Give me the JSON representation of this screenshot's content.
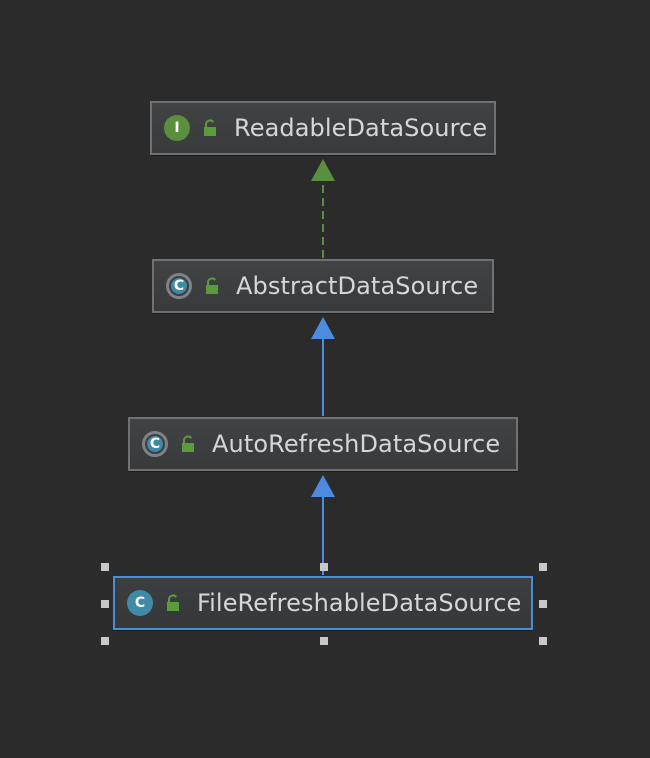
{
  "diagram": {
    "nodes": [
      {
        "id": "readable",
        "label": "ReadableDataSource",
        "kind": "interface",
        "badge": "I"
      },
      {
        "id": "abstract",
        "label": "AbstractDataSource",
        "kind": "abstract-class",
        "badge": "C"
      },
      {
        "id": "autorefresh",
        "label": "AutoRefreshDataSource",
        "kind": "abstract-class",
        "badge": "C"
      },
      {
        "id": "filerefreshable",
        "label": "FileRefreshableDataSource",
        "kind": "class",
        "badge": "C",
        "selected": true
      }
    ],
    "edges": [
      {
        "from": "abstract",
        "to": "readable",
        "relation": "implements",
        "color": "#5a8f3d"
      },
      {
        "from": "autorefresh",
        "to": "abstract",
        "relation": "extends",
        "color": "#4d8be0"
      },
      {
        "from": "filerefreshable",
        "to": "autorefresh",
        "relation": "extends",
        "color": "#4d8be0"
      }
    ],
    "colors": {
      "background": "#2b2b2b",
      "interface_badge": "#5a8f3d",
      "class_badge": "#3f8aa4",
      "selection_border": "#4b8ed6"
    }
  }
}
